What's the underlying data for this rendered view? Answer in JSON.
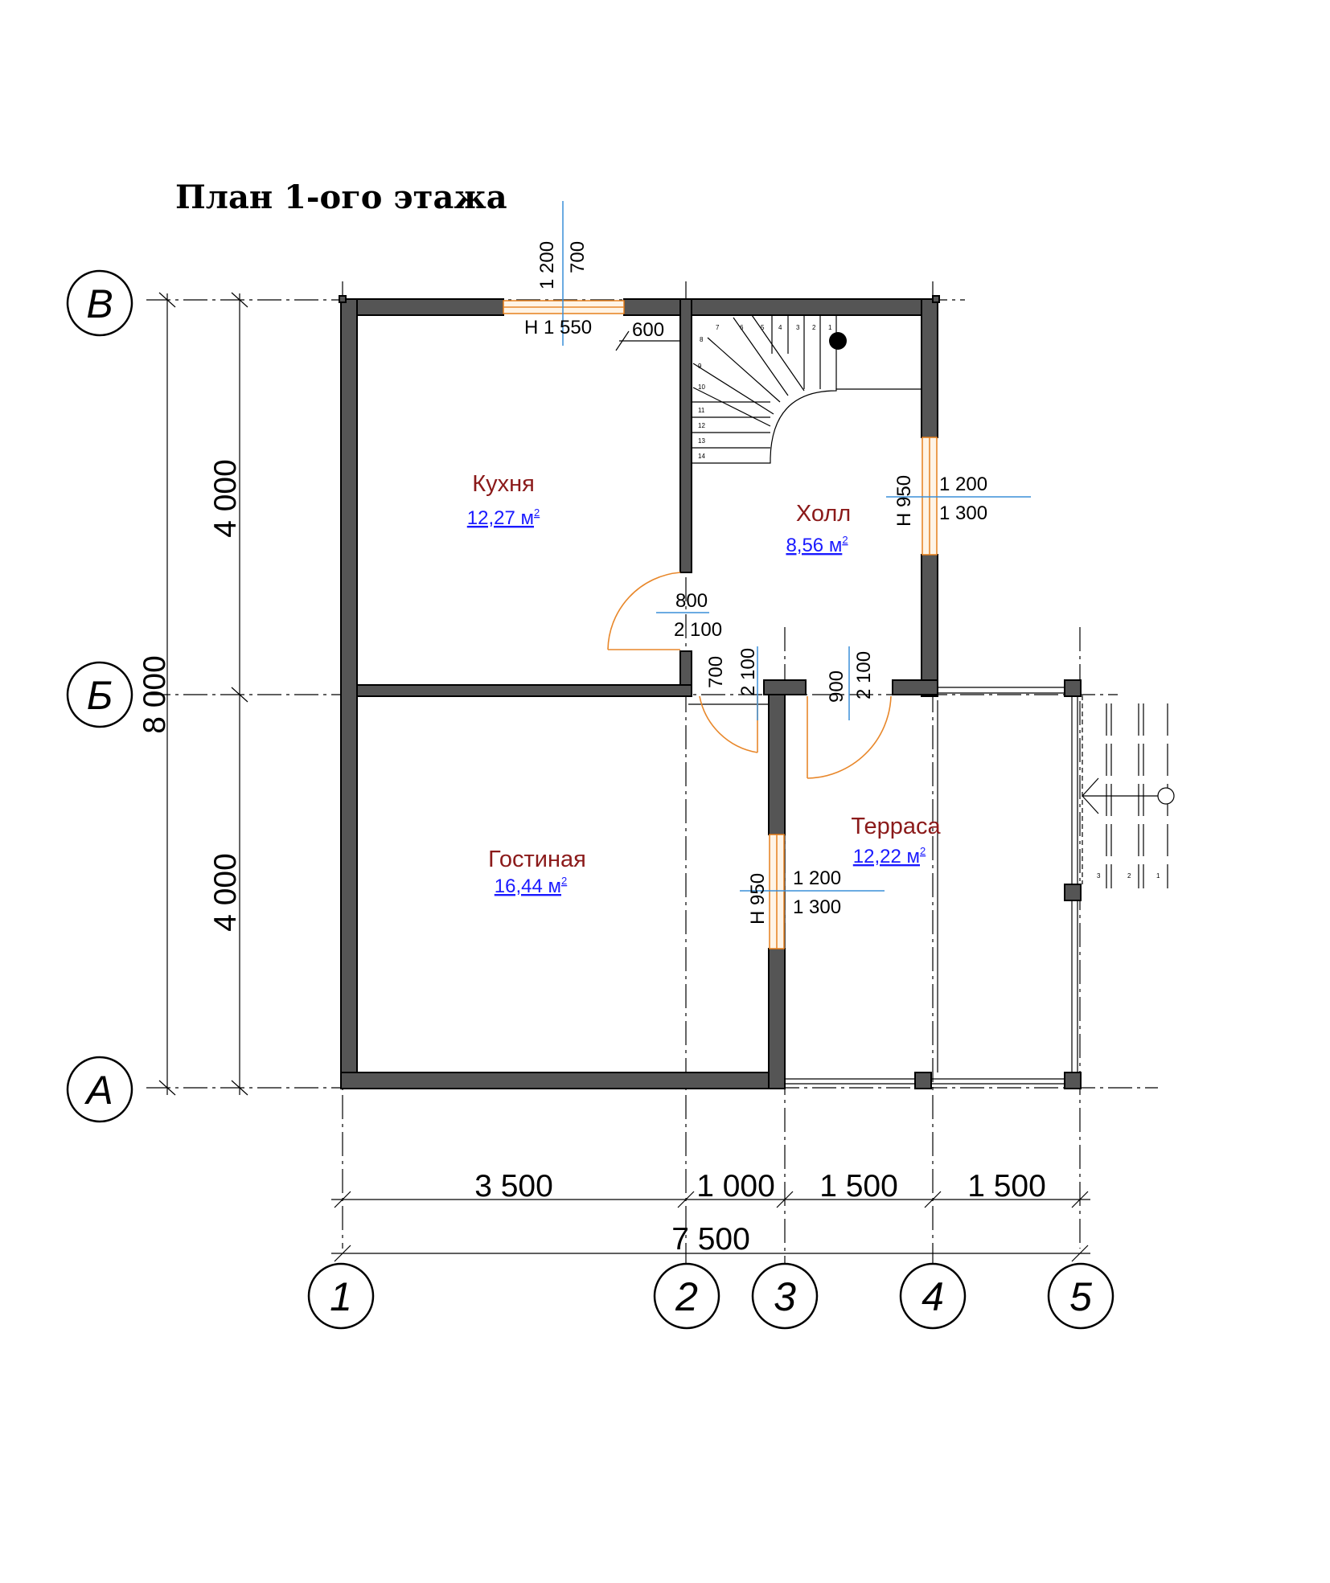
{
  "title": "План 1-ого этажа",
  "colors": {
    "room_name": "#8b1a1a",
    "room_area": "#1a1aff",
    "wall": "#555555",
    "window": "#e8872a",
    "ref_line": "#3a8fd8"
  },
  "axes": {
    "rows": [
      {
        "label": "В"
      },
      {
        "label": "Б"
      },
      {
        "label": "А"
      }
    ],
    "cols": [
      {
        "label": "1"
      },
      {
        "label": "2"
      },
      {
        "label": "3"
      },
      {
        "label": "4"
      },
      {
        "label": "5"
      }
    ]
  },
  "dimensions": {
    "bottom": [
      "3 500",
      "1 000",
      "1 500",
      "1 500"
    ],
    "bottom_total": "7 500",
    "left": [
      "4 000",
      "4 000"
    ],
    "left_total": "8 000"
  },
  "rooms": [
    {
      "name": "Кухня",
      "area": "12,27 м",
      "sup": "2"
    },
    {
      "name": "Холл",
      "area": "8,56 м",
      "sup": "2"
    },
    {
      "name": "Гостиная",
      "area": "16,44 м",
      "sup": "2"
    },
    {
      "name": "Терраса",
      "area": "12,22 м",
      "sup": "2"
    }
  ],
  "openings": {
    "top_window": {
      "h": "1 200",
      "w": "700",
      "sill": "Н 1 550"
    },
    "stair_gap": "600",
    "hall_window": {
      "sill": "Н 950",
      "w": "1 200",
      "h": "1 300"
    },
    "kitchen_door": {
      "w": "800",
      "h": "2 100"
    },
    "living_door": {
      "w": "700",
      "h": "2 100"
    },
    "hall_door": {
      "w": "900",
      "h": "2 100"
    },
    "living_window": {
      "sill": "Н 950",
      "w": "1 200",
      "h": "1 300"
    }
  },
  "stair_steps": [
    "1",
    "2",
    "3",
    "4",
    "5",
    "6",
    "7",
    "8",
    "9",
    "10",
    "11",
    "12",
    "13",
    "14"
  ],
  "porch_steps": [
    "3",
    "2",
    "1"
  ]
}
